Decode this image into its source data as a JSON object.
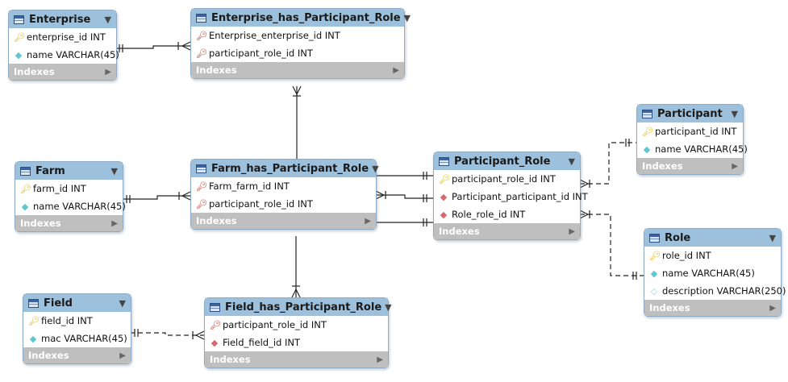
{
  "tables": {
    "enterprise": {
      "name": "Enterprise",
      "columns": [
        "enterprise_id INT",
        "name VARCHAR(45)"
      ],
      "indexes": "Indexes"
    },
    "ehpr": {
      "name": "Enterprise_has_Participant_Role",
      "columns": [
        "Enterprise_enterprise_id INT",
        "participant_role_id INT"
      ],
      "indexes": "Indexes"
    },
    "participant": {
      "name": "Participant",
      "columns": [
        "participant_id INT",
        "name VARCHAR(45)"
      ],
      "indexes": "Indexes"
    },
    "farm": {
      "name": "Farm",
      "columns": [
        "farm_id INT",
        "name VARCHAR(45)"
      ],
      "indexes": "Indexes"
    },
    "fhpr": {
      "name": "Farm_has_Participant_Role",
      "columns": [
        "Farm_farm_id INT",
        "participant_role_id INT"
      ],
      "indexes": "Indexes"
    },
    "prole": {
      "name": "Participant_Role",
      "columns": [
        "participant_role_id INT",
        "Participant_participant_id INT",
        "Role_role_id INT"
      ],
      "indexes": "Indexes"
    },
    "role": {
      "name": "Role",
      "columns": [
        "role_id INT",
        "name VARCHAR(45)",
        "description VARCHAR(250)"
      ],
      "indexes": "Indexes"
    },
    "field": {
      "name": "Field",
      "columns": [
        "field_id INT",
        "mac VARCHAR(45)"
      ],
      "indexes": "Indexes"
    },
    "fdhpr": {
      "name": "Field_has_Participant_Role",
      "columns": [
        "participant_role_id INT",
        "Field_field_id INT"
      ],
      "indexes": "Indexes"
    }
  },
  "icons": {
    "header": "table-icon",
    "menu": "dropdown-triangle-icon",
    "expand": "expand-arrow-icon",
    "primary_key": "key-icon",
    "foreign_key": "foreign-key-icon",
    "column": "diamond-icon",
    "fk_column": "red-diamond-icon",
    "nullable": "hollow-diamond-icon"
  },
  "colors": {
    "header": "#9dc0dc",
    "indexes_bar": "#bfbfbf",
    "key": "#e2b600",
    "fk": "#c0392b",
    "diamond": "#5fc7cf"
  }
}
